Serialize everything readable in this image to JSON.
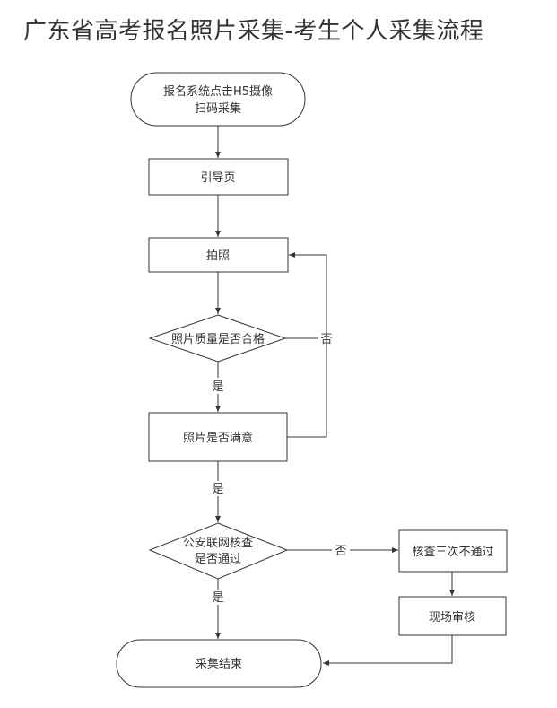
{
  "title": "广东省高考报名照片采集-考生个人采集流程",
  "nodes": {
    "start": {
      "type": "terminal",
      "lines": [
        "报名系统点击H5摄像",
        "扫码采集"
      ]
    },
    "guide": {
      "type": "process",
      "lines": [
        "引导页"
      ]
    },
    "photo": {
      "type": "process",
      "lines": [
        "拍照"
      ]
    },
    "quality": {
      "type": "decision",
      "lines": [
        "照片质量是否合格"
      ]
    },
    "satisfied": {
      "type": "process",
      "lines": [
        "照片是否满意"
      ]
    },
    "police": {
      "type": "decision",
      "lines": [
        "公安联网核查",
        "是否通过"
      ]
    },
    "fail3": {
      "type": "process",
      "lines": [
        "核查三次不通过"
      ]
    },
    "onsite": {
      "type": "process",
      "lines": [
        "现场审核"
      ]
    },
    "end": {
      "type": "terminal",
      "lines": [
        "采集结束"
      ]
    }
  },
  "edges": [
    {
      "from": "start",
      "to": "guide",
      "label": ""
    },
    {
      "from": "guide",
      "to": "photo",
      "label": ""
    },
    {
      "from": "photo",
      "to": "quality",
      "label": ""
    },
    {
      "from": "quality",
      "to": "satisfied",
      "label": "是"
    },
    {
      "from": "quality",
      "to": "photo",
      "label": "否"
    },
    {
      "from": "satisfied",
      "to": "photo",
      "label": ""
    },
    {
      "from": "satisfied",
      "to": "police",
      "label": "是"
    },
    {
      "from": "police",
      "to": "fail3",
      "label": "否"
    },
    {
      "from": "police",
      "to": "end",
      "label": "是"
    },
    {
      "from": "fail3",
      "to": "onsite",
      "label": ""
    },
    {
      "from": "onsite",
      "to": "end",
      "label": ""
    }
  ],
  "labels": {
    "yes": "是",
    "no": "否"
  },
  "colors": {
    "stroke": "#333333",
    "text": "#333333",
    "background": "#ffffff"
  }
}
